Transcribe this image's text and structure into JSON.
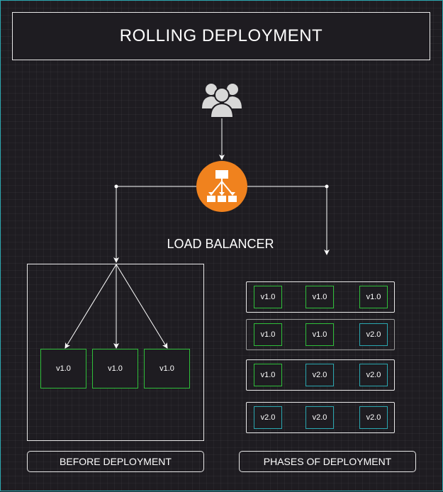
{
  "title": "ROLLING DEPLOYMENT",
  "users_icon": "users-group-icon",
  "load_balancer": {
    "label": "LOAD BALANCER",
    "icon": "load-balancer-icon",
    "color": "#f0821e"
  },
  "before": {
    "caption": "BEFORE DEPLOYMENT",
    "servers": [
      "v1.0",
      "v1.0",
      "v1.0"
    ]
  },
  "phases": {
    "caption": "PHASES OF DEPLOYMENT",
    "rows": [
      [
        "v1.0",
        "v1.0",
        "v1.0"
      ],
      [
        "v1.0",
        "v1.0",
        "v2.0"
      ],
      [
        "v1.0",
        "v2.0",
        "v2.0"
      ],
      [
        "v2.0",
        "v2.0",
        "v2.0"
      ]
    ]
  },
  "colors": {
    "v1": "#2fbf3a",
    "v2": "#2aa7b0",
    "frame": "#e8e8e8",
    "background": "#1e1c21"
  }
}
